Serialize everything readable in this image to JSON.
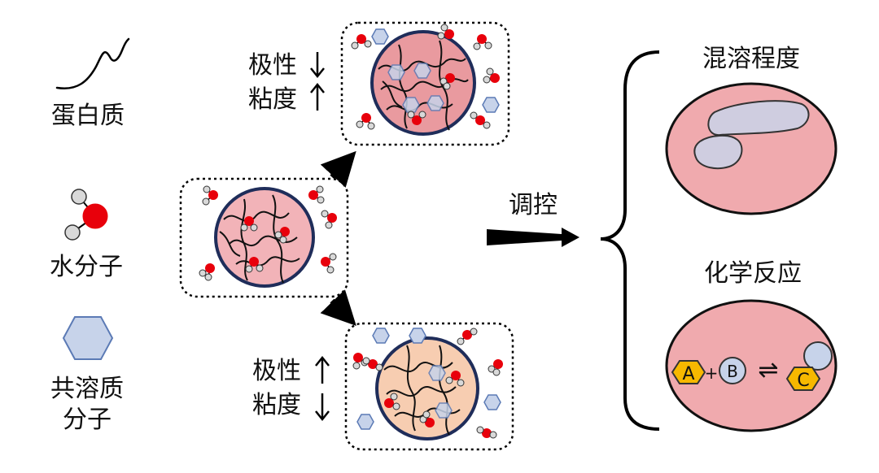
{
  "legend": {
    "protein_label": "蛋白质",
    "water_label": "水分子",
    "cosolute_label_line1": "共溶质",
    "cosolute_label_line2": "分子"
  },
  "top_branch": {
    "polarity_label": "极性",
    "viscosity_label": "粘度",
    "polarity_direction": "down",
    "viscosity_direction": "up"
  },
  "bottom_branch": {
    "polarity_label": "极性",
    "viscosity_label": "粘度",
    "polarity_direction": "up",
    "viscosity_direction": "down"
  },
  "regulate_label": "调控",
  "outcomes": {
    "mixing_title": "混溶程度",
    "reaction_title": "化学反应",
    "reactant_a": "A",
    "reactant_b": "B",
    "plus_sign": "+",
    "product_c": "C",
    "equilibrium_symbol": "⇌"
  },
  "colors": {
    "water_oxygen": "#e8000b",
    "water_hydrogen": "#d9d9d9",
    "droplet_center": "#f2b3b8",
    "droplet_top": "#e99a9f",
    "droplet_bottom": "#f7cdb1",
    "droplet_border": "#1f2d5a",
    "cosolute": "#c7d3ea",
    "outcome_droplet": "#f0aaae",
    "inner_phase": "#cfcde0",
    "hexagon_gold": "#f7b800"
  }
}
